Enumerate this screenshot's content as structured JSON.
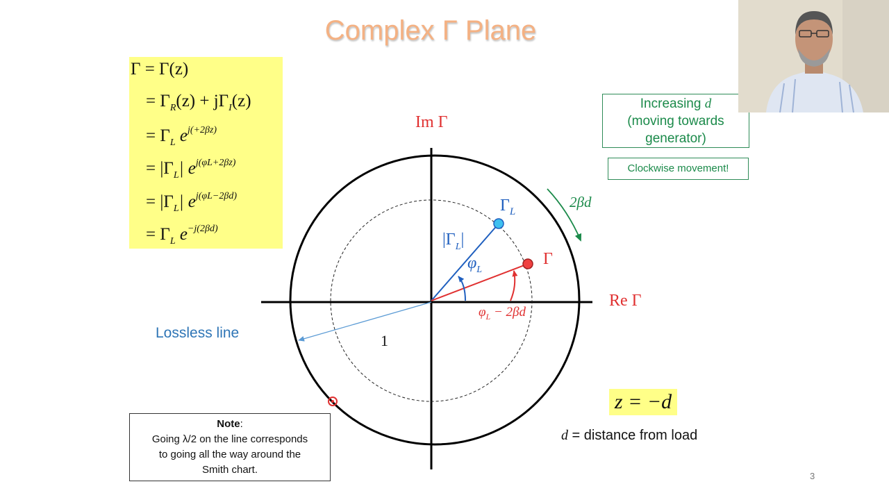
{
  "slide": {
    "title": "Complex Γ Plane",
    "page_number": "3"
  },
  "equations": {
    "line1": {
      "lhs": "Γ",
      "rhs": "= Γ(z)"
    },
    "line2": {
      "a": "= Γ",
      "b": "R",
      "c": "(z) + jΓ",
      "d": "I",
      "e": "(z)"
    },
    "line3": {
      "a": "= Γ",
      "b": "L",
      "c": " e",
      "d": "j(+2βz)"
    },
    "line4": {
      "a": "= |Γ",
      "b": "L",
      "c": "| e",
      "d": "j(φL+2βz)"
    },
    "line5": {
      "a": "= |Γ",
      "b": "L",
      "c": "| e",
      "d": "j(φL−2βd)"
    },
    "line6": {
      "a": "= Γ",
      "b": "L",
      "c": " e",
      "d": "−j(2βd)"
    }
  },
  "lossless_label": "Lossless line",
  "note": {
    "title": "Note",
    "title_suffix": ":",
    "line1": "Going λ/2 on the line corresponds",
    "line2": "to going all the way around the",
    "line3": "Smith chart."
  },
  "increasing_box": {
    "line1_text": "Increasing ",
    "line1_var": "d",
    "line2": "(moving towards",
    "line3": "generator)"
  },
  "clockwise_label": "Clockwise movement!",
  "z_equation": "z = −d",
  "d_definition": {
    "var": "d",
    "text": " = distance from load"
  },
  "diagram": {
    "im_axis_label": "Im Γ",
    "re_axis_label": "Re Γ",
    "unit_radius_label": "1",
    "gamma_l_label": "Γ",
    "gamma_l_sub": "L",
    "gamma_label": "Γ",
    "mag_gamma_label": "|Γ",
    "mag_gamma_sub": "L",
    "mag_gamma_close": "|",
    "phi_l_label": "φ",
    "phi_l_sub": "L",
    "phase_label": "φ",
    "phase_sub": "L",
    "phase_rest": " − 2βd",
    "rotation_label": "2βd",
    "colors": {
      "red": "#e03030",
      "blue": "#1f5fbf",
      "green": "#1b8a4a",
      "cyan_point": "#3fc0ef",
      "red_point": "#f04040"
    }
  }
}
